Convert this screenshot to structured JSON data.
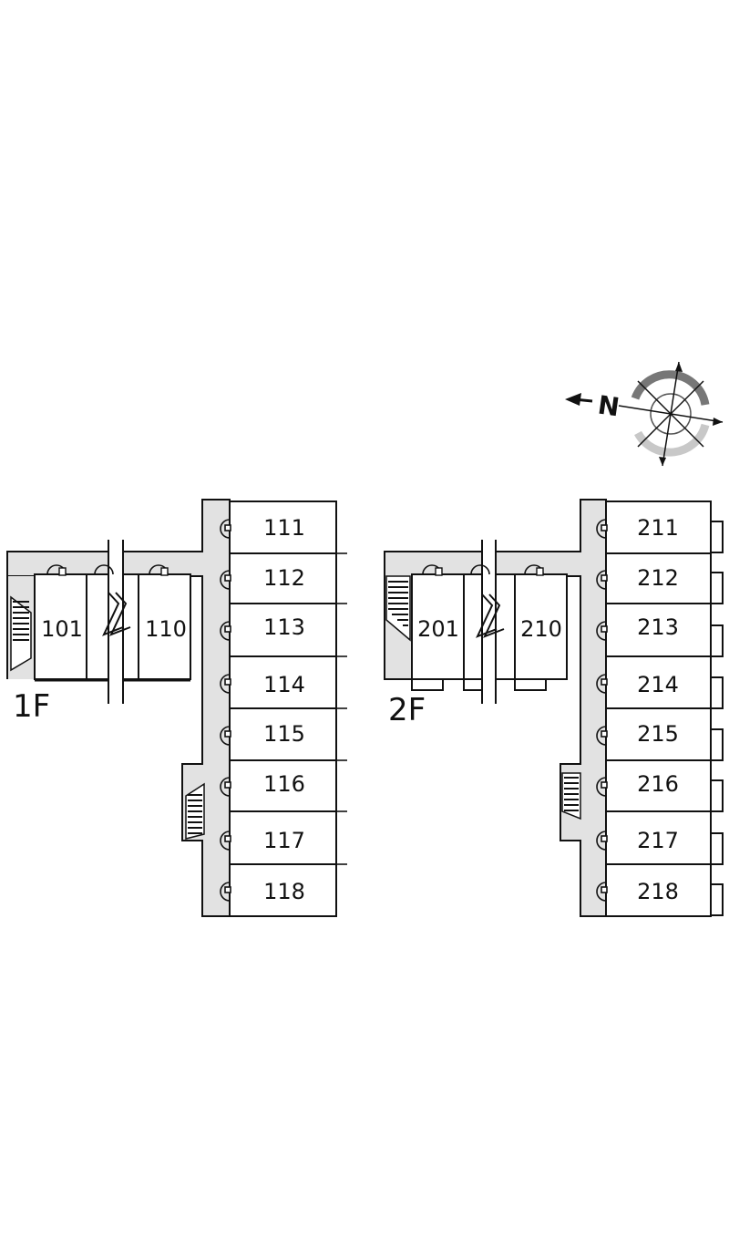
{
  "floors": {
    "first": {
      "label": "1F",
      "wing_rooms": [
        "101",
        "110"
      ],
      "column_rooms": [
        "111",
        "112",
        "113",
        "114",
        "115",
        "116",
        "117",
        "118"
      ]
    },
    "second": {
      "label": "2F",
      "wing_rooms": [
        "201",
        "210"
      ],
      "column_rooms": [
        "211",
        "212",
        "213",
        "214",
        "215",
        "216",
        "217",
        "218"
      ]
    }
  },
  "compass": {
    "label": "N",
    "icon": "compass-rose-icon"
  },
  "colors": {
    "corridor": "#e2e2e2",
    "line": "#111111",
    "compass_dark": "#777777",
    "compass_light": "#c8c8c8"
  }
}
